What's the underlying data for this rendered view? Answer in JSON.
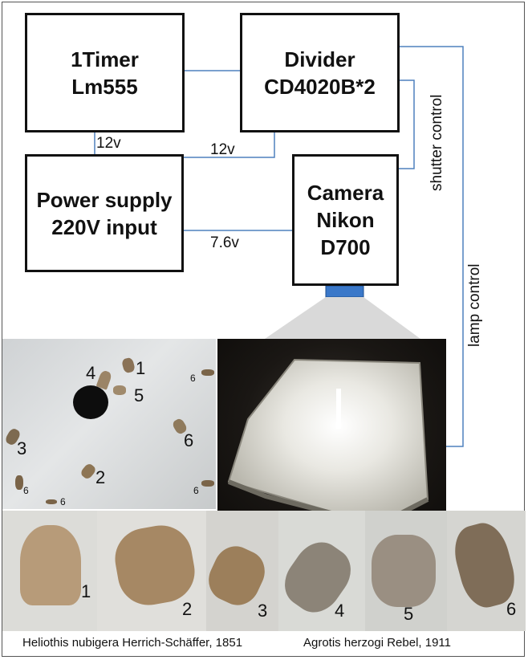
{
  "boxes": {
    "timer": {
      "line1": "1Timer",
      "line2": "Lm555"
    },
    "divider": {
      "line1": "Divider",
      "line2": "CD4020B*2"
    },
    "power": {
      "line1": "Power supply",
      "line2": "220V  input"
    },
    "camera": {
      "line1": "Camera",
      "line2": "Nikon",
      "line3": "D700"
    }
  },
  "wire_labels": {
    "timer_power": "12v",
    "divider_power": "12v",
    "camera_power": "7.6v",
    "shutter": "shutter control",
    "lamp": "lamp control"
  },
  "photo_numbers": {
    "left": [
      "4",
      "1",
      "5",
      "6",
      "3",
      "2",
      "6",
      "6",
      "6",
      "6"
    ],
    "bottom": [
      "1",
      "2",
      "3",
      "4",
      "5",
      "6"
    ]
  },
  "captions": {
    "left": "Heliothis nubigera Herrich-Schäffer, 1851",
    "right": "Agrotis herzogi Rebel, 1911"
  },
  "colors": {
    "wire": "#4f81bd",
    "lens": "#3a78c9",
    "cone": "#d9d9d9"
  }
}
